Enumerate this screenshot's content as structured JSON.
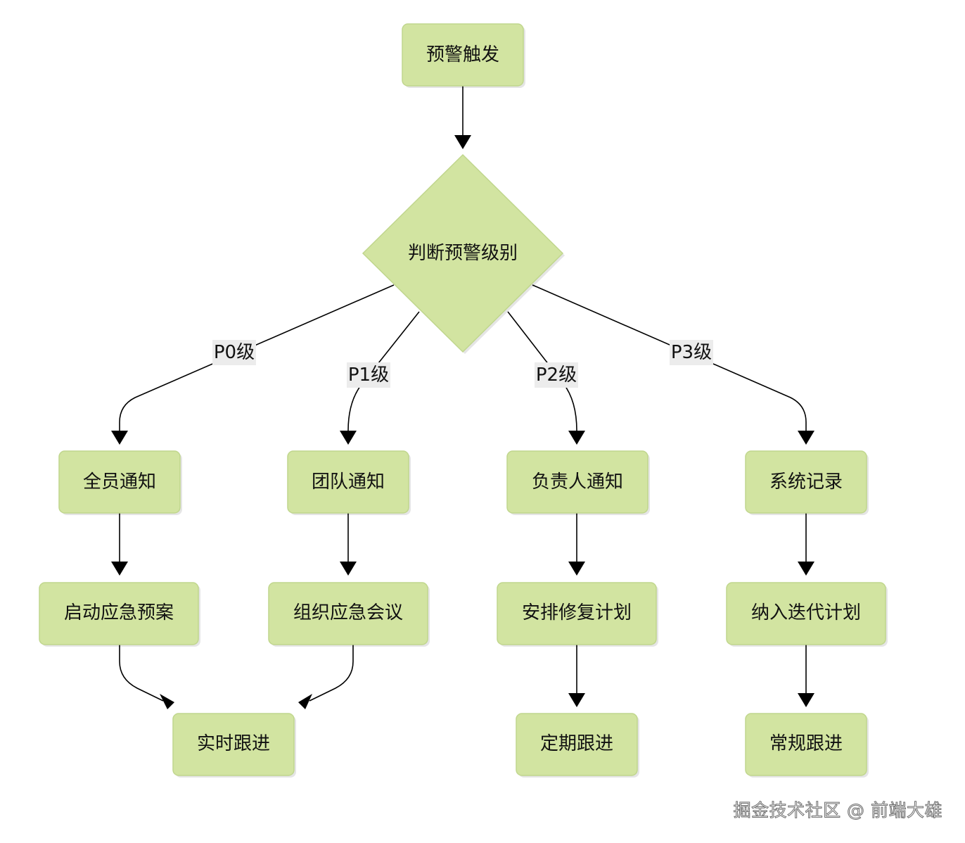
{
  "nodes": {
    "alert_trigger": "预警触发",
    "judge_level": "判断预警级别",
    "notify_all": "全员通知",
    "notify_team": "团队通知",
    "notify_owner": "负责人通知",
    "system_record": "系统记录",
    "start_emergency_plan": "启动应急预案",
    "organize_emergency_meeting": "组织应急会议",
    "arrange_fix_plan": "安排修复计划",
    "add_to_iteration_plan": "纳入迭代计划",
    "realtime_followup": "实时跟进",
    "scheduled_followup": "定期跟进",
    "routine_followup": "常规跟进"
  },
  "edges": {
    "p0": "P0级",
    "p1": "P1级",
    "p2": "P2级",
    "p3": "P3级"
  },
  "watermark": "掘金技术社区 @ 前端大雄",
  "colors": {
    "node_fill": "#d2e4a1",
    "node_border": "#c0d68d",
    "edge_label_bg": "#ececec",
    "line": "#000000"
  }
}
